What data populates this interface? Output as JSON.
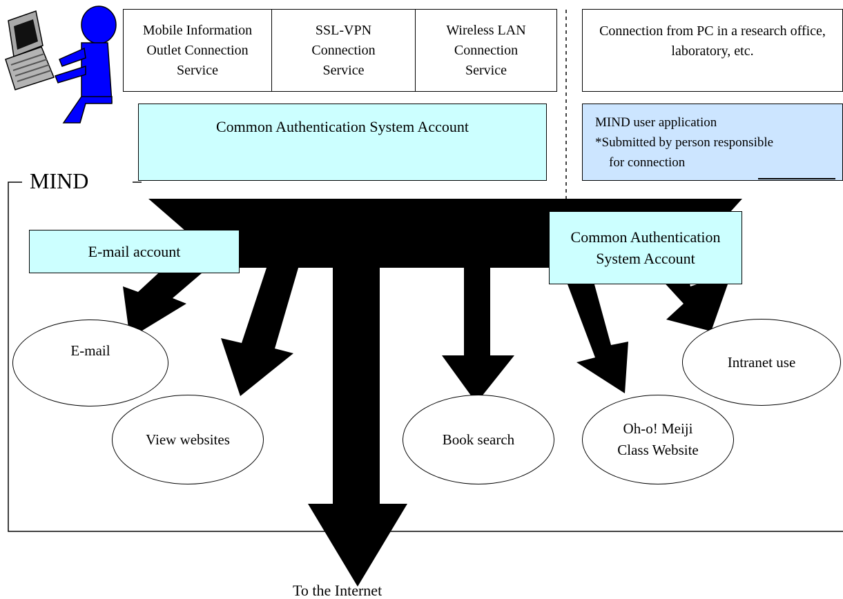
{
  "services": {
    "mobile": "Mobile Information Outlet Connection Service",
    "sslvpn": "SSL-VPN Connection Service",
    "wireless": "Wireless LAN Connection Service",
    "pc_connection": "Connection from PC in a research office, laboratory, etc."
  },
  "common_auth_account": "Common Authentication System Account",
  "mind_application": {
    "line1": "MIND user application",
    "line2": "*Submitted by person responsible",
    "line3": "for connection"
  },
  "network_label": "MIND",
  "email_account": "E-mail account",
  "common_auth_account_small": "Common Authentication System Account",
  "destinations": {
    "email": "E-mail",
    "view_websites": "View websites",
    "book_search": "Book search",
    "oho_meiji": "Oh-o! Meiji Class Website",
    "intranet": "Intranet use"
  },
  "internet_label": "To the Internet",
  "colors": {
    "account_box": "#ccffff",
    "application_box": "#cce5ff",
    "user_figure": "#0000ff"
  },
  "icons": [
    "computer-icon",
    "user-figure-icon"
  ]
}
